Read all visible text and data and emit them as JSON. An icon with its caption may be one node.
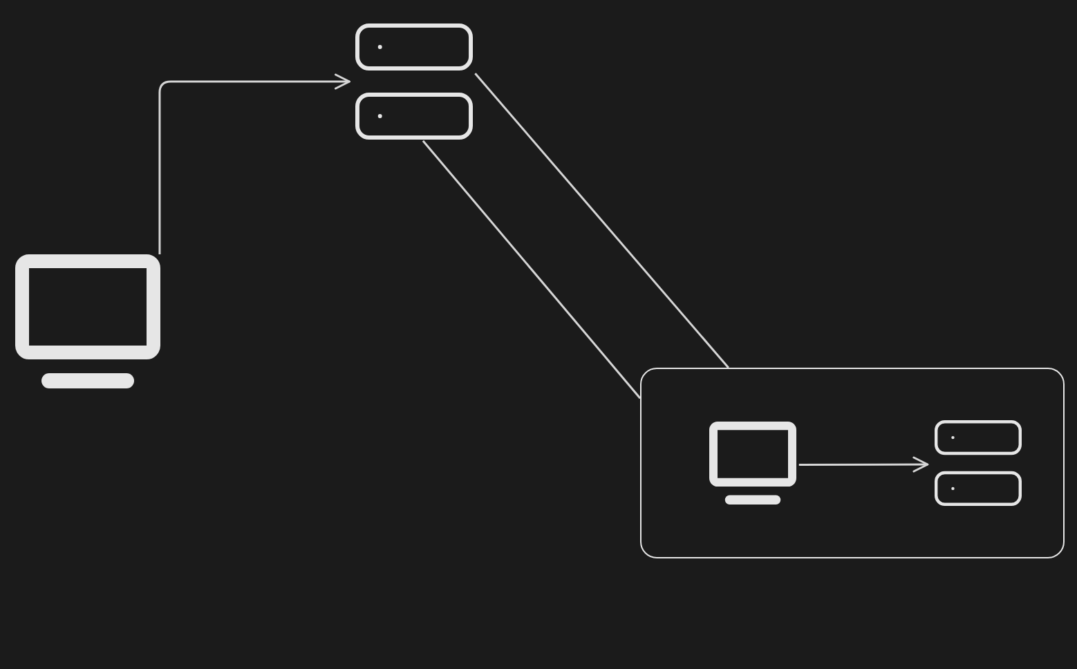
{
  "diagram": {
    "nodes": [
      {
        "text": [],
        "shape": "monitor"
      },
      {
        "text": [],
        "shape": "server"
      },
      {
        "text": [],
        "shape": "box"
      },
      {
        "text": [],
        "shape": "monitor",
        "in": 2
      },
      {
        "text": [],
        "shape": "server",
        "in": 2
      }
    ],
    "edges": [
      {
        "from": 0,
        "to": 1,
        "arrow": "to"
      },
      {
        "from": 1,
        "to": 2,
        "arrow": "none"
      },
      {
        "from": 1,
        "to": 2,
        "arrow": "none"
      },
      {
        "from": 3,
        "to": 4,
        "arrow": "to"
      }
    ]
  }
}
